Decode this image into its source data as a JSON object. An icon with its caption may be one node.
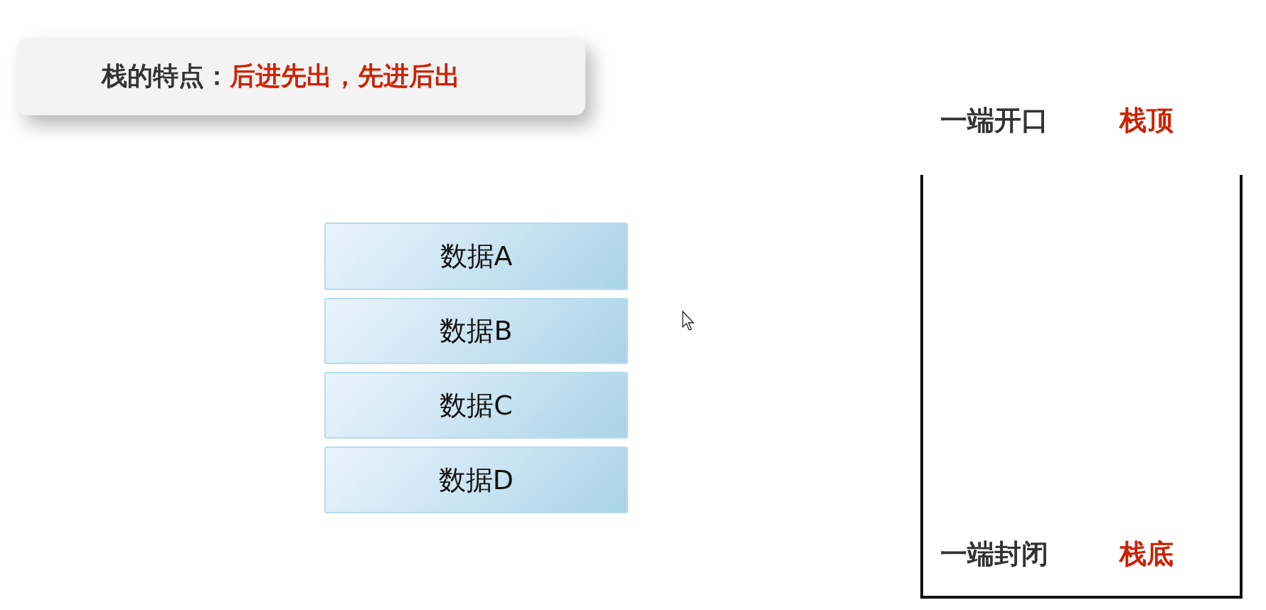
{
  "diagram": {
    "nodes": [
      {
        "text": [
          "栈的特点：",
          "后进先出，先进后出"
        ]
      },
      {
        "text": [
          "数据A"
        ]
      },
      {
        "text": [
          "数据B"
        ]
      },
      {
        "text": [
          "数据C"
        ]
      },
      {
        "text": [
          "数据D"
        ]
      }
    ],
    "labels": [
      "一端开口",
      "栈顶",
      "一端封闭",
      "栈底"
    ]
  }
}
